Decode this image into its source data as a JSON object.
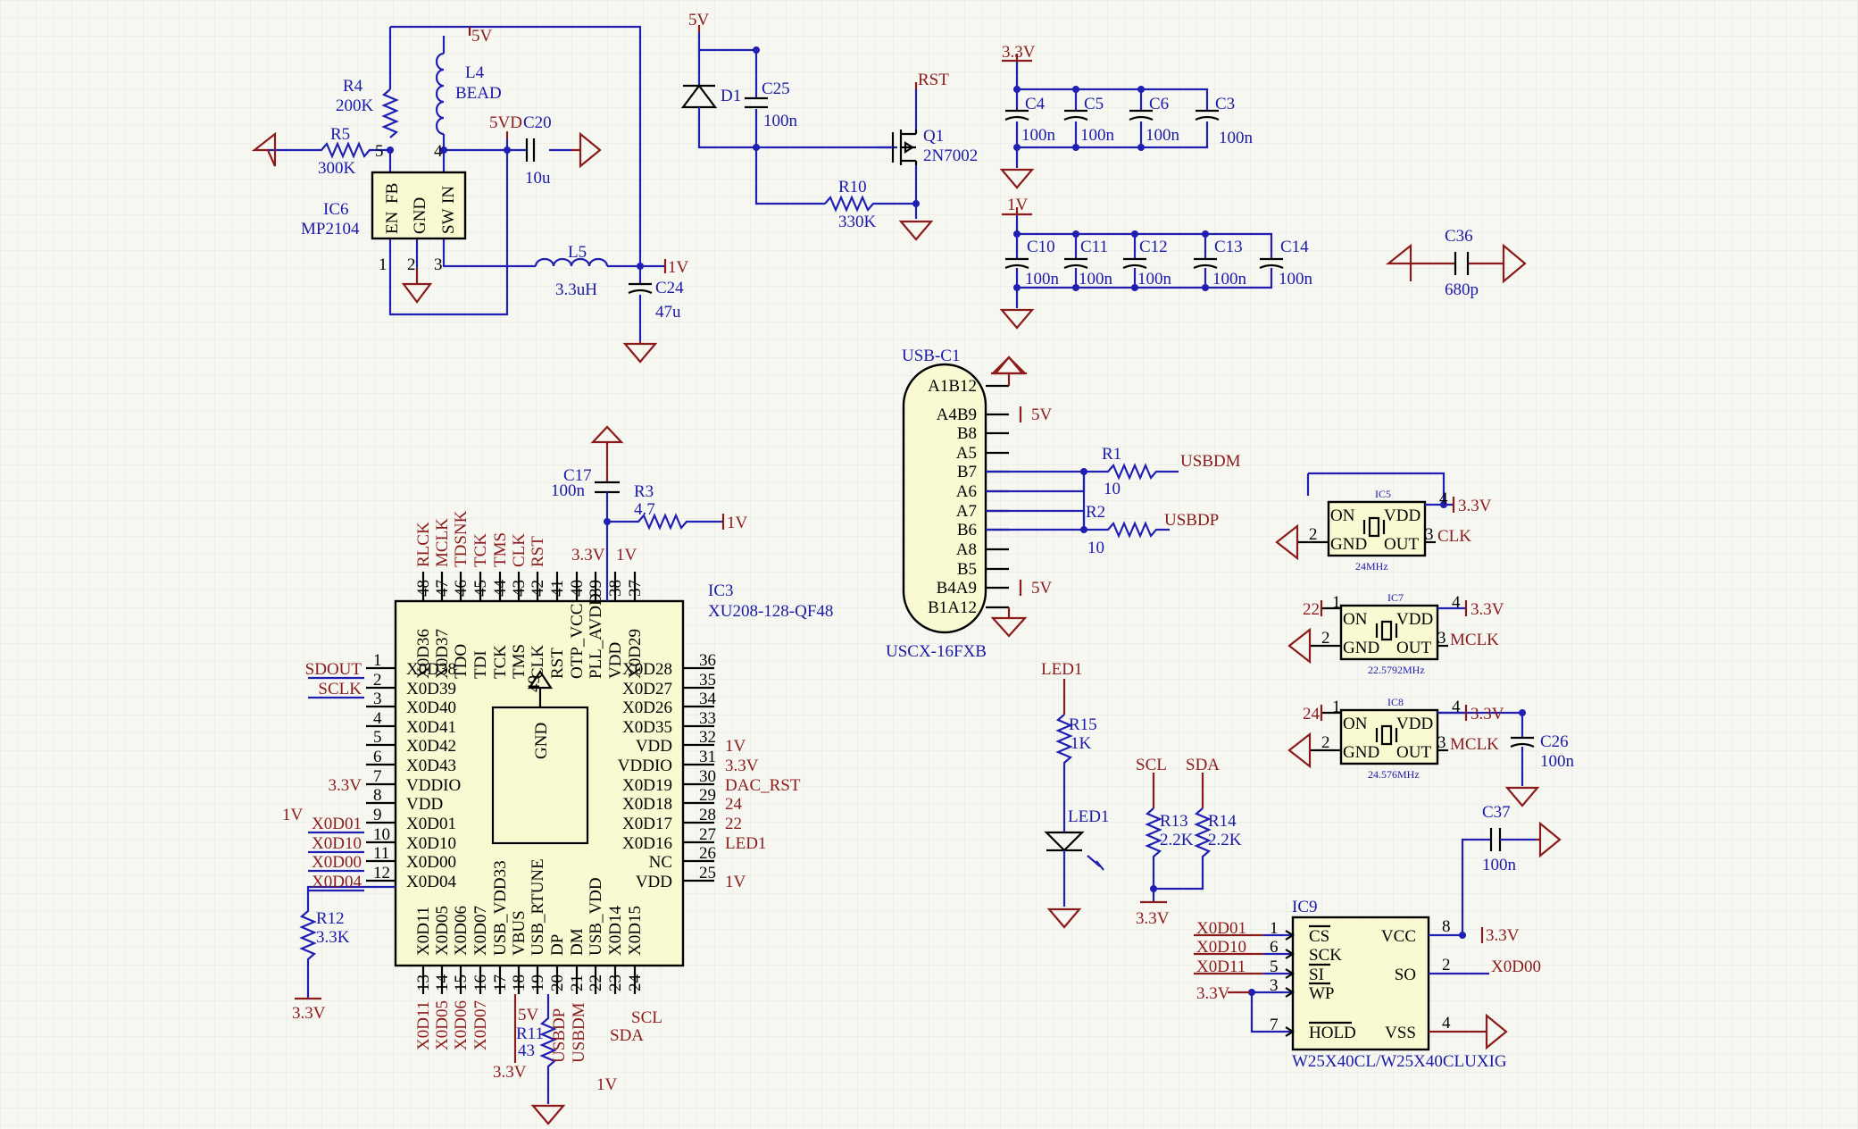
{
  "power_supply": {
    "r4_ref": "R4",
    "r4_val": "200K",
    "r5_ref": "R5",
    "r5_val": "300K",
    "l4_ref": "L4",
    "l4_val": "BEAD",
    "c20_ref": "C20",
    "c20_val": "10u",
    "ic6_ref": "IC6",
    "ic6_part": "MP2104",
    "ic6_pin_en": "EN",
    "ic6_pin_fb": "FB",
    "ic6_pin_gnd": "GND",
    "ic6_pin_sw": "SW",
    "ic6_pin_in": "IN",
    "l5_ref": "L5",
    "l5_val": "3.3uH",
    "c24_ref": "C24",
    "c24_val": "47u",
    "net_5v": "5V",
    "net_5vd": "5VD",
    "net_1v": "1V",
    "pin_5": "5",
    "pin_4": "4",
    "pin_1": "1",
    "pin_2": "2",
    "pin_3": "3"
  },
  "reset": {
    "net_5v": "5V",
    "d1_ref": "D1",
    "c25_ref": "C25",
    "c25_val": "100n",
    "rst_label": "RST",
    "q1_ref": "Q1",
    "q1_val": "2N7002",
    "r10_ref": "R10",
    "r10_val": "330K"
  },
  "decoupling": {
    "net_33": "3.3V",
    "net_1v": "1V",
    "caps_a": [
      {
        "ref": "C4",
        "val": "100n"
      },
      {
        "ref": "C5",
        "val": "100n"
      },
      {
        "ref": "C6",
        "val": "100n"
      },
      {
        "ref": "C3",
        "val": "100n"
      }
    ],
    "caps_b": [
      {
        "ref": "C10",
        "val": "100n"
      },
      {
        "ref": "C11",
        "val": "100n"
      },
      {
        "ref": "C12",
        "val": "100n"
      },
      {
        "ref": "C13",
        "val": "100n"
      },
      {
        "ref": "C14",
        "val": "100n"
      }
    ],
    "c36_ref": "C36",
    "c36_val": "680p"
  },
  "usb": {
    "ref": "USB-C1",
    "part": "USCX-16FXB",
    "pins": [
      "A1B12",
      "A4B9",
      "B8",
      "A5",
      "B7",
      "A6",
      "A7",
      "B6",
      "A8",
      "B5",
      "B4A9",
      "B1A12"
    ],
    "net_5v_a": "5V",
    "net_5v_b": "5V",
    "r1_ref": "R1",
    "r1_val": "10",
    "r2_ref": "R2",
    "r2_val": "10",
    "usbdm": "USBDM",
    "usbdp": "USBDP"
  },
  "mcu": {
    "ref": "IC3",
    "part": "XU208-128-QF48",
    "gnd_label": "GND",
    "gnd_pin": "49",
    "c17_ref": "C17",
    "c17_val": "100n",
    "r3_ref": "R3",
    "r3_val": "4.7",
    "net_1v": "1V",
    "top_nets": [
      "RLCK",
      "MCLK",
      "TDSNK",
      "TCK",
      "TMS",
      "CLK",
      "RST",
      "3.3V",
      "1V"
    ],
    "top_pins": [
      "48",
      "47",
      "46",
      "45",
      "44",
      "43",
      "42",
      "41",
      "40",
      "39",
      "38",
      "37"
    ],
    "top_names": [
      "X0D36",
      "X0D37",
      "TDO",
      "TDI",
      "TCK",
      "TMS",
      "CLK",
      "RST",
      "OTP_VCC",
      "PLL_AVDD",
      "VDD",
      "X0D29"
    ],
    "left_nets": [
      "SDOUT",
      "SCLK",
      "",
      "",
      "",
      "",
      "3.3V",
      "",
      "X0D01",
      "X0D10",
      "X0D00",
      "X0D04"
    ],
    "left_pins": [
      "1",
      "2",
      "3",
      "4",
      "5",
      "6",
      "7",
      "8",
      "9",
      "10",
      "11",
      "12"
    ],
    "left_names": [
      "X0D38",
      "X0D39",
      "X0D40",
      "X0D41",
      "X0D42",
      "X0D43",
      "VDDIO",
      "VDD",
      "X0D01",
      "X0D10",
      "X0D00",
      "X0D04"
    ],
    "left_1v": "1V",
    "right_pins": [
      "36",
      "35",
      "34",
      "33",
      "32",
      "31",
      "30",
      "29",
      "28",
      "27",
      "26",
      "25"
    ],
    "right_names": [
      "X0D28",
      "X0D27",
      "X0D26",
      "X0D35",
      "VDD",
      "VDDIO",
      "X0D19",
      "X0D18",
      "X0D17",
      "X0D16",
      "NC",
      "VDD"
    ],
    "right_nets": [
      "",
      "",
      "",
      "",
      "1V",
      "3.3V",
      "DAC_RST",
      "24",
      "22",
      "LED1",
      "",
      "1V"
    ],
    "bottom_pins": [
      "13",
      "14",
      "15",
      "16",
      "17",
      "18",
      "19",
      "20",
      "21",
      "22",
      "23",
      "24"
    ],
    "bottom_names": [
      "X0D11",
      "X0D05",
      "X0D06",
      "X0D07",
      "USB_VDD33",
      "VBUS",
      "USB_RTUNE",
      "DP",
      "DM",
      "USB_VDD",
      "X0D14",
      "X0D15"
    ],
    "bottom_nets": [
      "X0D11",
      "X0D05",
      "X0D06",
      "X0D07",
      "",
      "5V",
      "",
      "USBDP",
      "USBDM",
      "1V",
      "SDA",
      "SCL"
    ],
    "r11_ref": "R11",
    "r11_val": "43",
    "r11_net": "3.3V",
    "r12_ref": "R12",
    "r12_val": "3.3K",
    "r12_net": "3.3V"
  },
  "led": {
    "net": "LED1",
    "r15_ref": "R15",
    "r15_val": "1K",
    "led_ref": "LED1",
    "scl": "SCL",
    "sda": "SDA",
    "r13_ref": "R13",
    "r13_val": "2.2K",
    "r14_ref": "R14",
    "r14_val": "2.2K",
    "net_33": "3.3V"
  },
  "oscillators": [
    {
      "ref": "IC5",
      "freq": "24MHz",
      "out": "CLK",
      "vdd_net": "3.3V",
      "pin_in_num": "",
      "pin_in_net": ""
    },
    {
      "ref": "IC7",
      "freq": "22.5792MHz",
      "out": "MCLK",
      "vdd_net": "3.3V",
      "pin_in_num": "1",
      "pin_in_net": "22"
    },
    {
      "ref": "IC8",
      "freq": "24.576MHz",
      "out": "MCLK",
      "vdd_net": "3.3V",
      "pin_in_num": "1",
      "pin_in_net": "24"
    }
  ],
  "osc_pins": {
    "on": "ON",
    "vdd": "VDD",
    "gnd": "GND",
    "out": "OUT",
    "p1": "1",
    "p2": "2",
    "p3": "3",
    "p4": "4"
  },
  "c26": {
    "ref": "C26",
    "val": "100n"
  },
  "c37": {
    "ref": "C37",
    "val": "100n"
  },
  "flash": {
    "ref": "IC9",
    "part": "W25X40CL/W25X40CLUXIG",
    "pins_left": [
      {
        "num": "1",
        "name": "CS",
        "net": "X0D01"
      },
      {
        "num": "6",
        "name": "SCK",
        "net": "X0D10"
      },
      {
        "num": "5",
        "name": "SI",
        "net": "X0D11"
      },
      {
        "num": "3",
        "name": "WP",
        "net": "3.3V"
      },
      {
        "num": "7",
        "name": "HOLD",
        "net": ""
      }
    ],
    "pins_right": [
      {
        "num": "8",
        "name": "VCC",
        "net": "3.3V"
      },
      {
        "num": "2",
        "name": "SO",
        "net": "X0D00"
      },
      {
        "num": "4",
        "name": "VSS",
        "net": ""
      }
    ]
  },
  "colors": {
    "wire": "#1f1fb4",
    "net": "#8b1a1a",
    "part": "#000000",
    "body": "#fafad2",
    "grid": "#e6e6de"
  }
}
